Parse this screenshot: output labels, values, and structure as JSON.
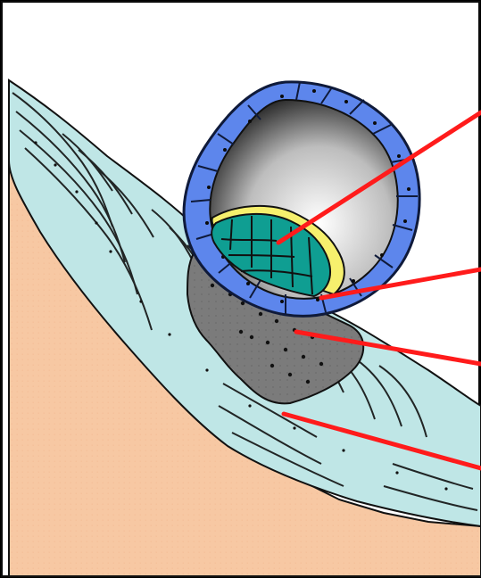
{
  "colors": {
    "background": "#000000",
    "frame": "#ffffff",
    "outer_border": "#0b0b0b",
    "underlying_tissue": "#f7c8a3",
    "epithelium": "#bfe6e6",
    "blastocyst_trophoblast": "#5d86ec",
    "cavity_dark": "#1b1b1b",
    "cavity_light": "#ffffff",
    "inner_cell_mass": "#0f9e92",
    "hypoblast_layer": "#f6f06d",
    "invasive_region": "#7b7b7b",
    "pointer_lines": "#ff1b1b",
    "cell_outlines": "#111111"
  },
  "icons": [
    "blastocyst-illustration",
    "inner-cell-mass-illustration",
    "trophoblast-illustration",
    "invasion-region-illustration",
    "epithelium-illustration",
    "pointer-line"
  ]
}
